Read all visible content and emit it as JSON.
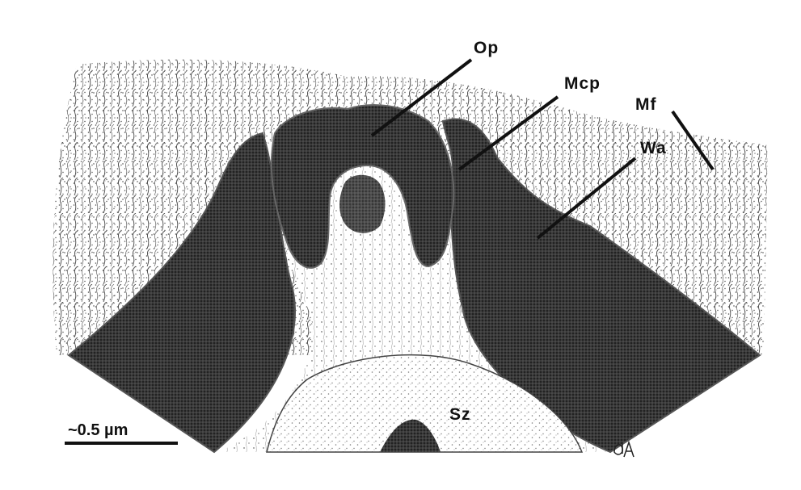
{
  "labels": {
    "op": "Op",
    "mcp": "Mcp",
    "mf": "Mf",
    "wa": "Wa",
    "sz": "Sz"
  },
  "scale_bar": {
    "text": "~0.5 µm"
  },
  "signature": "dA",
  "colors": {
    "ink": "#1a1a1a",
    "wall": "#2b2b2b",
    "paper": "#ffffff"
  }
}
